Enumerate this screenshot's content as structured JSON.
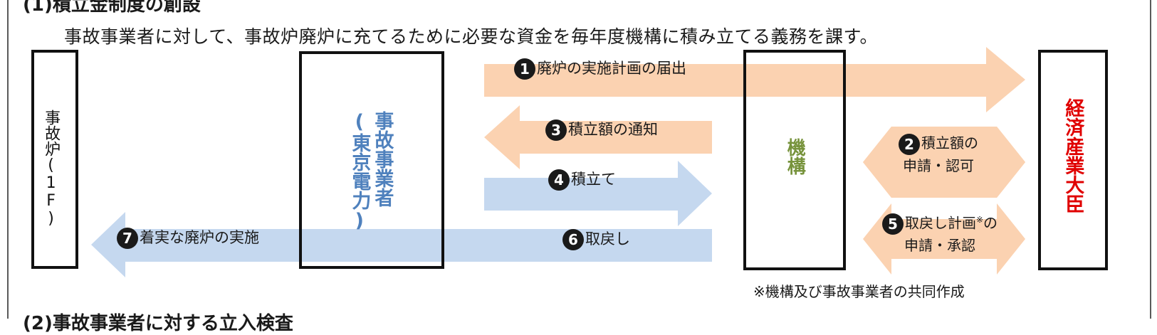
{
  "headings": {
    "section1": "(1)積立金制度の創設",
    "section2": "(2)事故事業者に対する立入検査"
  },
  "intro": "事故事業者に対して、事故炉廃炉に充てるために必要な資金を毎年度機構に積み立てる義務を課す。",
  "entities": {
    "reactor": "事故炉(1F)",
    "operator_main": "事故事業者",
    "operator_sub": "(東京電力)",
    "organization": "機構",
    "minister": "経済産業大臣"
  },
  "steps": [
    {
      "num": "1",
      "label": "廃炉の実施計画の届出"
    },
    {
      "num": "2",
      "label_line1": "積立額の",
      "label_line2": "申請・認可"
    },
    {
      "num": "3",
      "label": "積立額の通知"
    },
    {
      "num": "4",
      "label": "積立て"
    },
    {
      "num": "5",
      "label_line1": "取戻し計画",
      "label_mark": "※",
      "label_line1_tail": "の",
      "label_line2": "申請・承認"
    },
    {
      "num": "6",
      "label": "取戻し"
    },
    {
      "num": "7",
      "label": "着実な廃炉の実施"
    }
  ],
  "footnote": "※機構及び事故事業者の共同作成",
  "colors": {
    "orange_arrow": "#fbd2b1",
    "blue_arrow": "#c5d8ef",
    "operator_text": "#4f81bd",
    "organization_text": "#77933c",
    "minister_text": "#e00000"
  }
}
